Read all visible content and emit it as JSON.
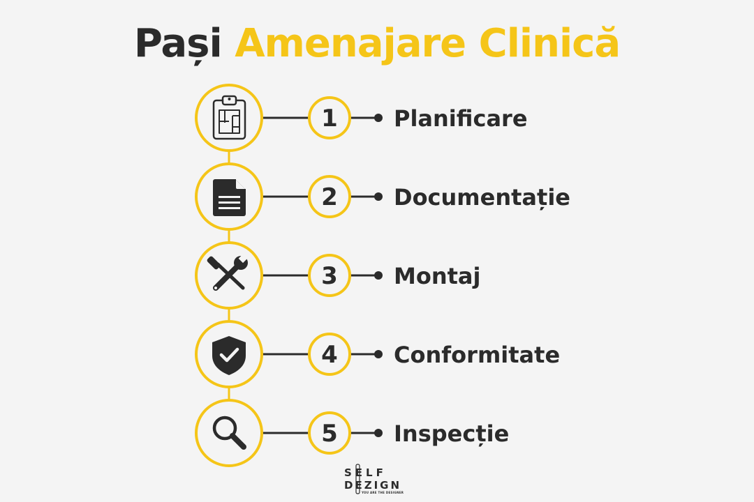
{
  "title": {
    "part1": "Pași",
    "part2": "Amenajare Clinică"
  },
  "colors": {
    "accent": "#f5c518",
    "dark": "#2b2b2b",
    "background": "#f4f4f4"
  },
  "steps": [
    {
      "number": "1",
      "label": "Planificare",
      "icon": "clipboard-floorplan-icon"
    },
    {
      "number": "2",
      "label": "Documentație",
      "icon": "document-icon"
    },
    {
      "number": "3",
      "label": "Montaj",
      "icon": "tools-icon"
    },
    {
      "number": "4",
      "label": "Conformitate",
      "icon": "shield-check-icon"
    },
    {
      "number": "5",
      "label": "Inspecție",
      "icon": "magnifier-icon"
    }
  ],
  "logo": {
    "line1": "SELF",
    "line2": "DEZIGN",
    "tagline": "YOU ARE THE DESIGNER"
  }
}
